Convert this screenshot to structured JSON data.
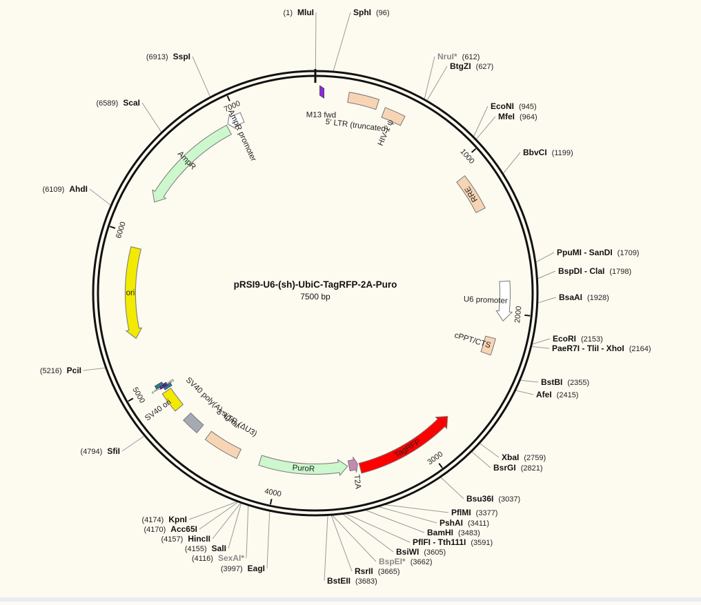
{
  "map": {
    "name": "pRSI9-U6-(sh)-UbiC-TagRFP-2A-Puro",
    "length_label": "7500 bp",
    "total_bp": 7500
  },
  "ticks": [
    {
      "bp": 1000,
      "label": "1000"
    },
    {
      "bp": 2000,
      "label": "2000"
    },
    {
      "bp": 3000,
      "label": "3000"
    },
    {
      "bp": 4000,
      "label": "4000"
    },
    {
      "bp": 5000,
      "label": "5000"
    },
    {
      "bp": 6000,
      "label": "6000"
    },
    {
      "bp": 7000,
      "label": "7000"
    }
  ],
  "sites": [
    {
      "name": "MluI",
      "pos": "(1)",
      "bp": 1,
      "side": "left"
    },
    {
      "name": "SphI",
      "pos": "(96)",
      "bp": 96,
      "side": "right"
    },
    {
      "name": "NruI*",
      "pos": "(612)",
      "bp": 612,
      "side": "right",
      "methylation": true
    },
    {
      "name": "BtgZI",
      "pos": "(627)",
      "bp": 627,
      "side": "right"
    },
    {
      "name": "EcoNI",
      "pos": "(945)",
      "bp": 945,
      "side": "right"
    },
    {
      "name": "MfeI",
      "pos": "(964)",
      "bp": 964,
      "side": "right"
    },
    {
      "name": "BbvCI",
      "pos": "(1199)",
      "bp": 1199,
      "side": "right"
    },
    {
      "name": "PpuMI - SanDI",
      "pos": "(1709)",
      "bp": 1709,
      "side": "right"
    },
    {
      "name": "BspDI - ClaI",
      "pos": "(1798)",
      "bp": 1798,
      "side": "right"
    },
    {
      "name": "BsaAI",
      "pos": "(1928)",
      "bp": 1928,
      "side": "right"
    },
    {
      "name": "EcoRI",
      "pos": "(2153)",
      "bp": 2153,
      "side": "right"
    },
    {
      "name": "PaeR7I - TliI - XhoI",
      "pos": "(2164)",
      "bp": 2164,
      "side": "right"
    },
    {
      "name": "BstBI",
      "pos": "(2355)",
      "bp": 2355,
      "side": "right"
    },
    {
      "name": "AfeI",
      "pos": "(2415)",
      "bp": 2415,
      "side": "right"
    },
    {
      "name": "XbaI",
      "pos": "(2759)",
      "bp": 2759,
      "side": "right"
    },
    {
      "name": "BsrGI",
      "pos": "(2821)",
      "bp": 2821,
      "side": "right"
    },
    {
      "name": "Bsu36I",
      "pos": "(3037)",
      "bp": 3037,
      "side": "right"
    },
    {
      "name": "PflMI",
      "pos": "(3377)",
      "bp": 3377,
      "side": "right"
    },
    {
      "name": "PshAI",
      "pos": "(3411)",
      "bp": 3411,
      "side": "right"
    },
    {
      "name": "BamHI",
      "pos": "(3483)",
      "bp": 3483,
      "side": "right"
    },
    {
      "name": "PflFI - Tth111I",
      "pos": "(3591)",
      "bp": 3591,
      "side": "right"
    },
    {
      "name": "BsiWI",
      "pos": "(3605)",
      "bp": 3605,
      "side": "right"
    },
    {
      "name": "BspEI*",
      "pos": "(3662)",
      "bp": 3662,
      "side": "right",
      "methylation": true
    },
    {
      "name": "RsrII",
      "pos": "(3665)",
      "bp": 3665,
      "side": "right"
    },
    {
      "name": "BstEII",
      "pos": "(3683)",
      "bp": 3683,
      "side": "right"
    },
    {
      "name": "EagI",
      "pos": "(3997)",
      "bp": 3997,
      "side": "left"
    },
    {
      "name": "SexAI*",
      "pos": "(4116)",
      "bp": 4116,
      "side": "left",
      "methylation": true
    },
    {
      "name": "SalI",
      "pos": "(4155)",
      "bp": 4155,
      "side": "left"
    },
    {
      "name": "HincII",
      "pos": "(4157)",
      "bp": 4157,
      "side": "left"
    },
    {
      "name": "Acc65I",
      "pos": "(4170)",
      "bp": 4170,
      "side": "left"
    },
    {
      "name": "KpnI",
      "pos": "(4174)",
      "bp": 4174,
      "side": "left"
    },
    {
      "name": "SfiI",
      "pos": "(4794)",
      "bp": 4794,
      "side": "left"
    },
    {
      "name": "PciI",
      "pos": "(5216)",
      "bp": 5216,
      "side": "left"
    },
    {
      "name": "AhdI",
      "pos": "(6109)",
      "bp": 6109,
      "side": "left"
    },
    {
      "name": "ScaI",
      "pos": "(6589)",
      "bp": 6589,
      "side": "left"
    },
    {
      "name": "SspI",
      "pos": "(6913)",
      "bp": 6913,
      "side": "left"
    }
  ],
  "features": [
    {
      "id": "m13-fwd",
      "label": "M13 fwd",
      "start": 30,
      "end": 48,
      "dir": 1,
      "type": "primer",
      "color": "#8a2be2"
    },
    {
      "id": "5-ltr",
      "label": "5' LTR (truncated)",
      "start": 200,
      "end": 380,
      "dir": 0,
      "type": "box",
      "color": "#f7d5b4"
    },
    {
      "id": "hiv-psi",
      "label": "HIV-1 ψ",
      "start": 430,
      "end": 560,
      "dir": 0,
      "type": "box",
      "color": "#f7d5b4"
    },
    {
      "id": "rre",
      "label": "RRE",
      "start": 1080,
      "end": 1320,
      "dir": 0,
      "type": "box",
      "color": "#f7d5b4"
    },
    {
      "id": "u6-promoter",
      "label": "U6 promoter",
      "start": 1800,
      "end": 2050,
      "dir": 1,
      "type": "arrow",
      "color": "#ffffff"
    },
    {
      "id": "cppt",
      "label": "cPPT/CTS",
      "start": 2170,
      "end": 2280,
      "dir": 0,
      "type": "box",
      "color": "#f7d5b4"
    },
    {
      "id": "tagrfp",
      "label": "TagRFP",
      "start": 2770,
      "end": 3450,
      "dir": -1,
      "type": "arrow",
      "color": "#ff0000"
    },
    {
      "id": "t2a",
      "label": "T2A",
      "start": 3460,
      "end": 3520,
      "dir": -1,
      "type": "arrow",
      "color": "#c38ab2"
    },
    {
      "id": "puror",
      "label": "PuroR",
      "start": 3530,
      "end": 4130,
      "dir": -1,
      "type": "arrow",
      "color": "#cdf7cd"
    },
    {
      "id": "3-ltr",
      "label": "3' LTR (ΔU3)",
      "start": 4280,
      "end": 4520,
      "dir": 0,
      "type": "box",
      "color": "#f7d5b4"
    },
    {
      "id": "sv40-polya",
      "label": "SV40 poly(A) signal",
      "start": 4590,
      "end": 4710,
      "dir": 0,
      "type": "box",
      "color": "#a6abb3"
    },
    {
      "id": "sv40-ori",
      "label": "SV40 ori",
      "start": 4790,
      "end": 4930,
      "dir": 0,
      "type": "box",
      "color": "#f2ea00"
    },
    {
      "id": "ori",
      "label": "ori",
      "start": 5330,
      "end": 5920,
      "dir": -1,
      "type": "arrow",
      "color": "#f2ea00"
    },
    {
      "id": "ampr",
      "label": "AmpR",
      "start": 6240,
      "end": 6920,
      "dir": -1,
      "type": "arrow",
      "color": "#cdf7cd"
    },
    {
      "id": "ampr-promoter",
      "label": "AmpR promoter",
      "start": 6930,
      "end": 7030,
      "dir": -1,
      "type": "arrow",
      "color": "#ffffff"
    }
  ],
  "primer_cluster_labels": [
    "EBV-rev",
    "SV40pro-F"
  ]
}
